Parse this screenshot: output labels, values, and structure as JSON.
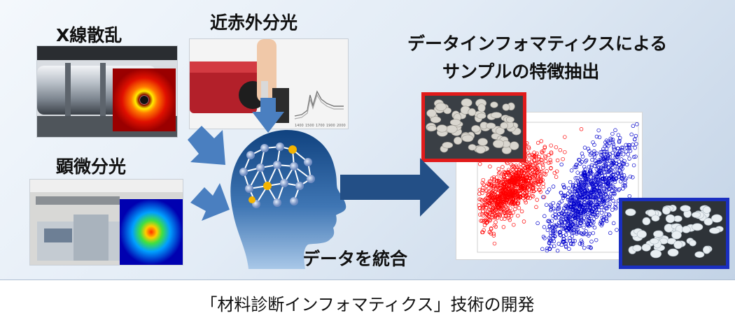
{
  "labels": {
    "xray": "X線散乱",
    "nir": "近赤外分光",
    "micro": "顕微分光",
    "informatics_line1": "データインフォマティクスによる",
    "informatics_line2": "サンプルの特徴抽出",
    "integrate": "データを統合"
  },
  "caption": "「材料診断インフォマティクス」技術の開発",
  "nir_spectrum_ticks": [
    "1400",
    "1500",
    "1700",
    "1900",
    "2000"
  ],
  "colors": {
    "arrow_light": "#4a7fc0",
    "arrow_dark": "#234f86",
    "cluster_red": "#ff0000",
    "cluster_blue": "#0000cc",
    "frame_red": "#e11b1b",
    "frame_blue": "#1a2fc0",
    "head_dark": "#10427f",
    "head_light": "#8fb7e0"
  },
  "icons": {
    "head": "brain-network-head-icon",
    "arrow": "block-arrow-icon"
  }
}
